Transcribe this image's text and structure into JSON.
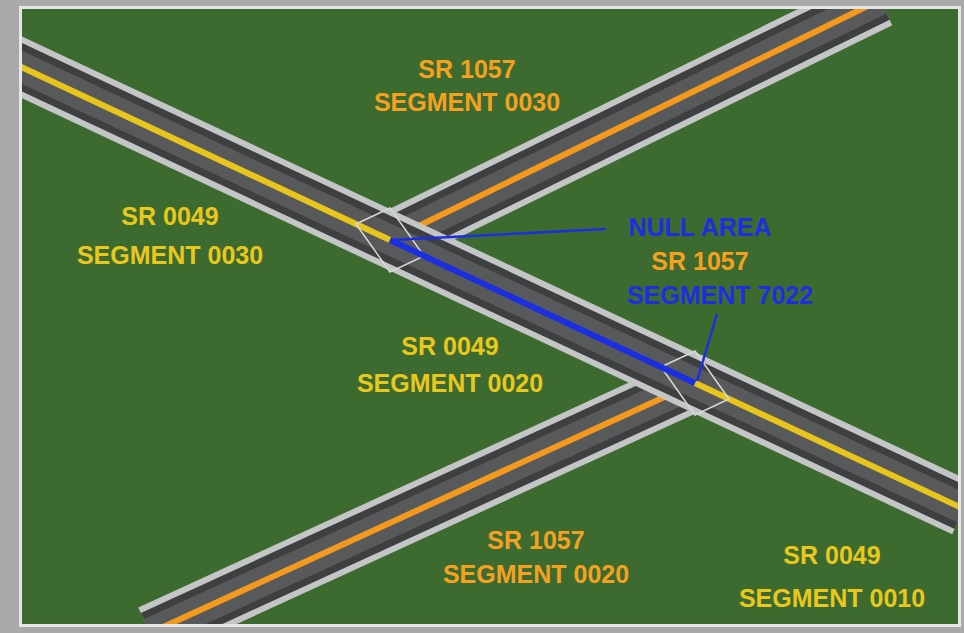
{
  "diagram": {
    "labels": [
      "SR 1057",
      "SEGMENT 0030",
      "SR 0049",
      "SEGMENT 0030",
      "NULL AREA",
      "SR 1057",
      "SEGMENT 7022",
      "SR 0049",
      "SEGMENT 0020",
      "SR 1057",
      "SEGMENT 0020",
      "SR 0049",
      "SEGMENT 0010"
    ]
  }
}
